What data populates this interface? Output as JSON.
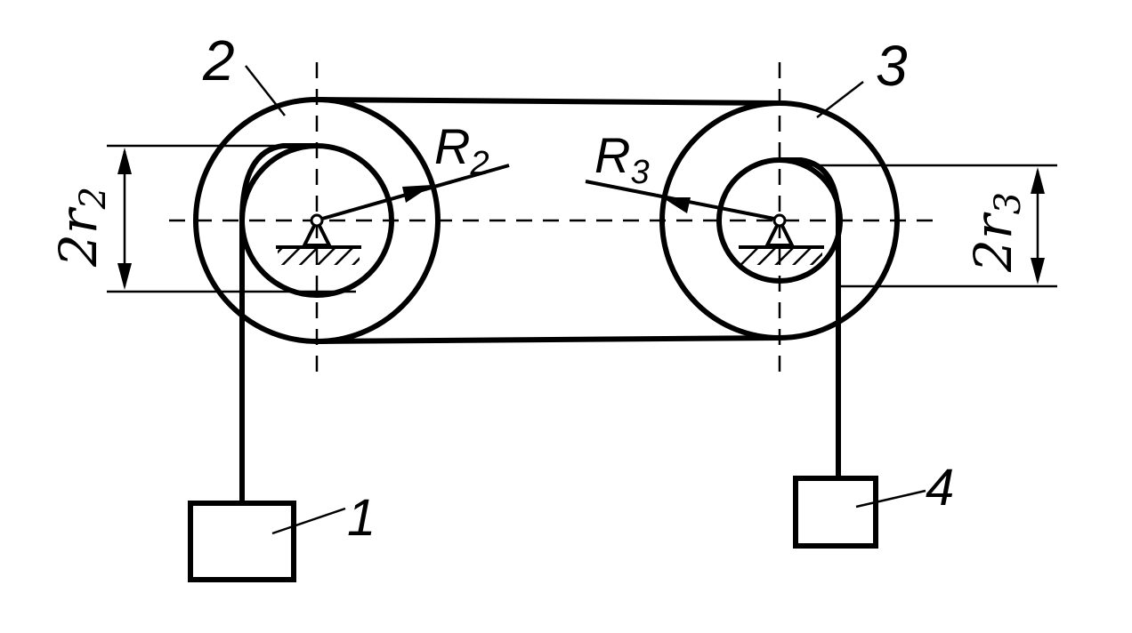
{
  "labels": {
    "body1": "1",
    "body2": "2",
    "body3": "3",
    "body4": "4",
    "R2_main": "R",
    "R2_sub": "2",
    "R3_main": "R",
    "R3_sub": "3",
    "r2_main": "2r",
    "r2_sub": "2",
    "r3_main": "2r",
    "r3_sub": "3"
  },
  "colors": {
    "ink": "#000000",
    "paper": "#ffffff"
  }
}
